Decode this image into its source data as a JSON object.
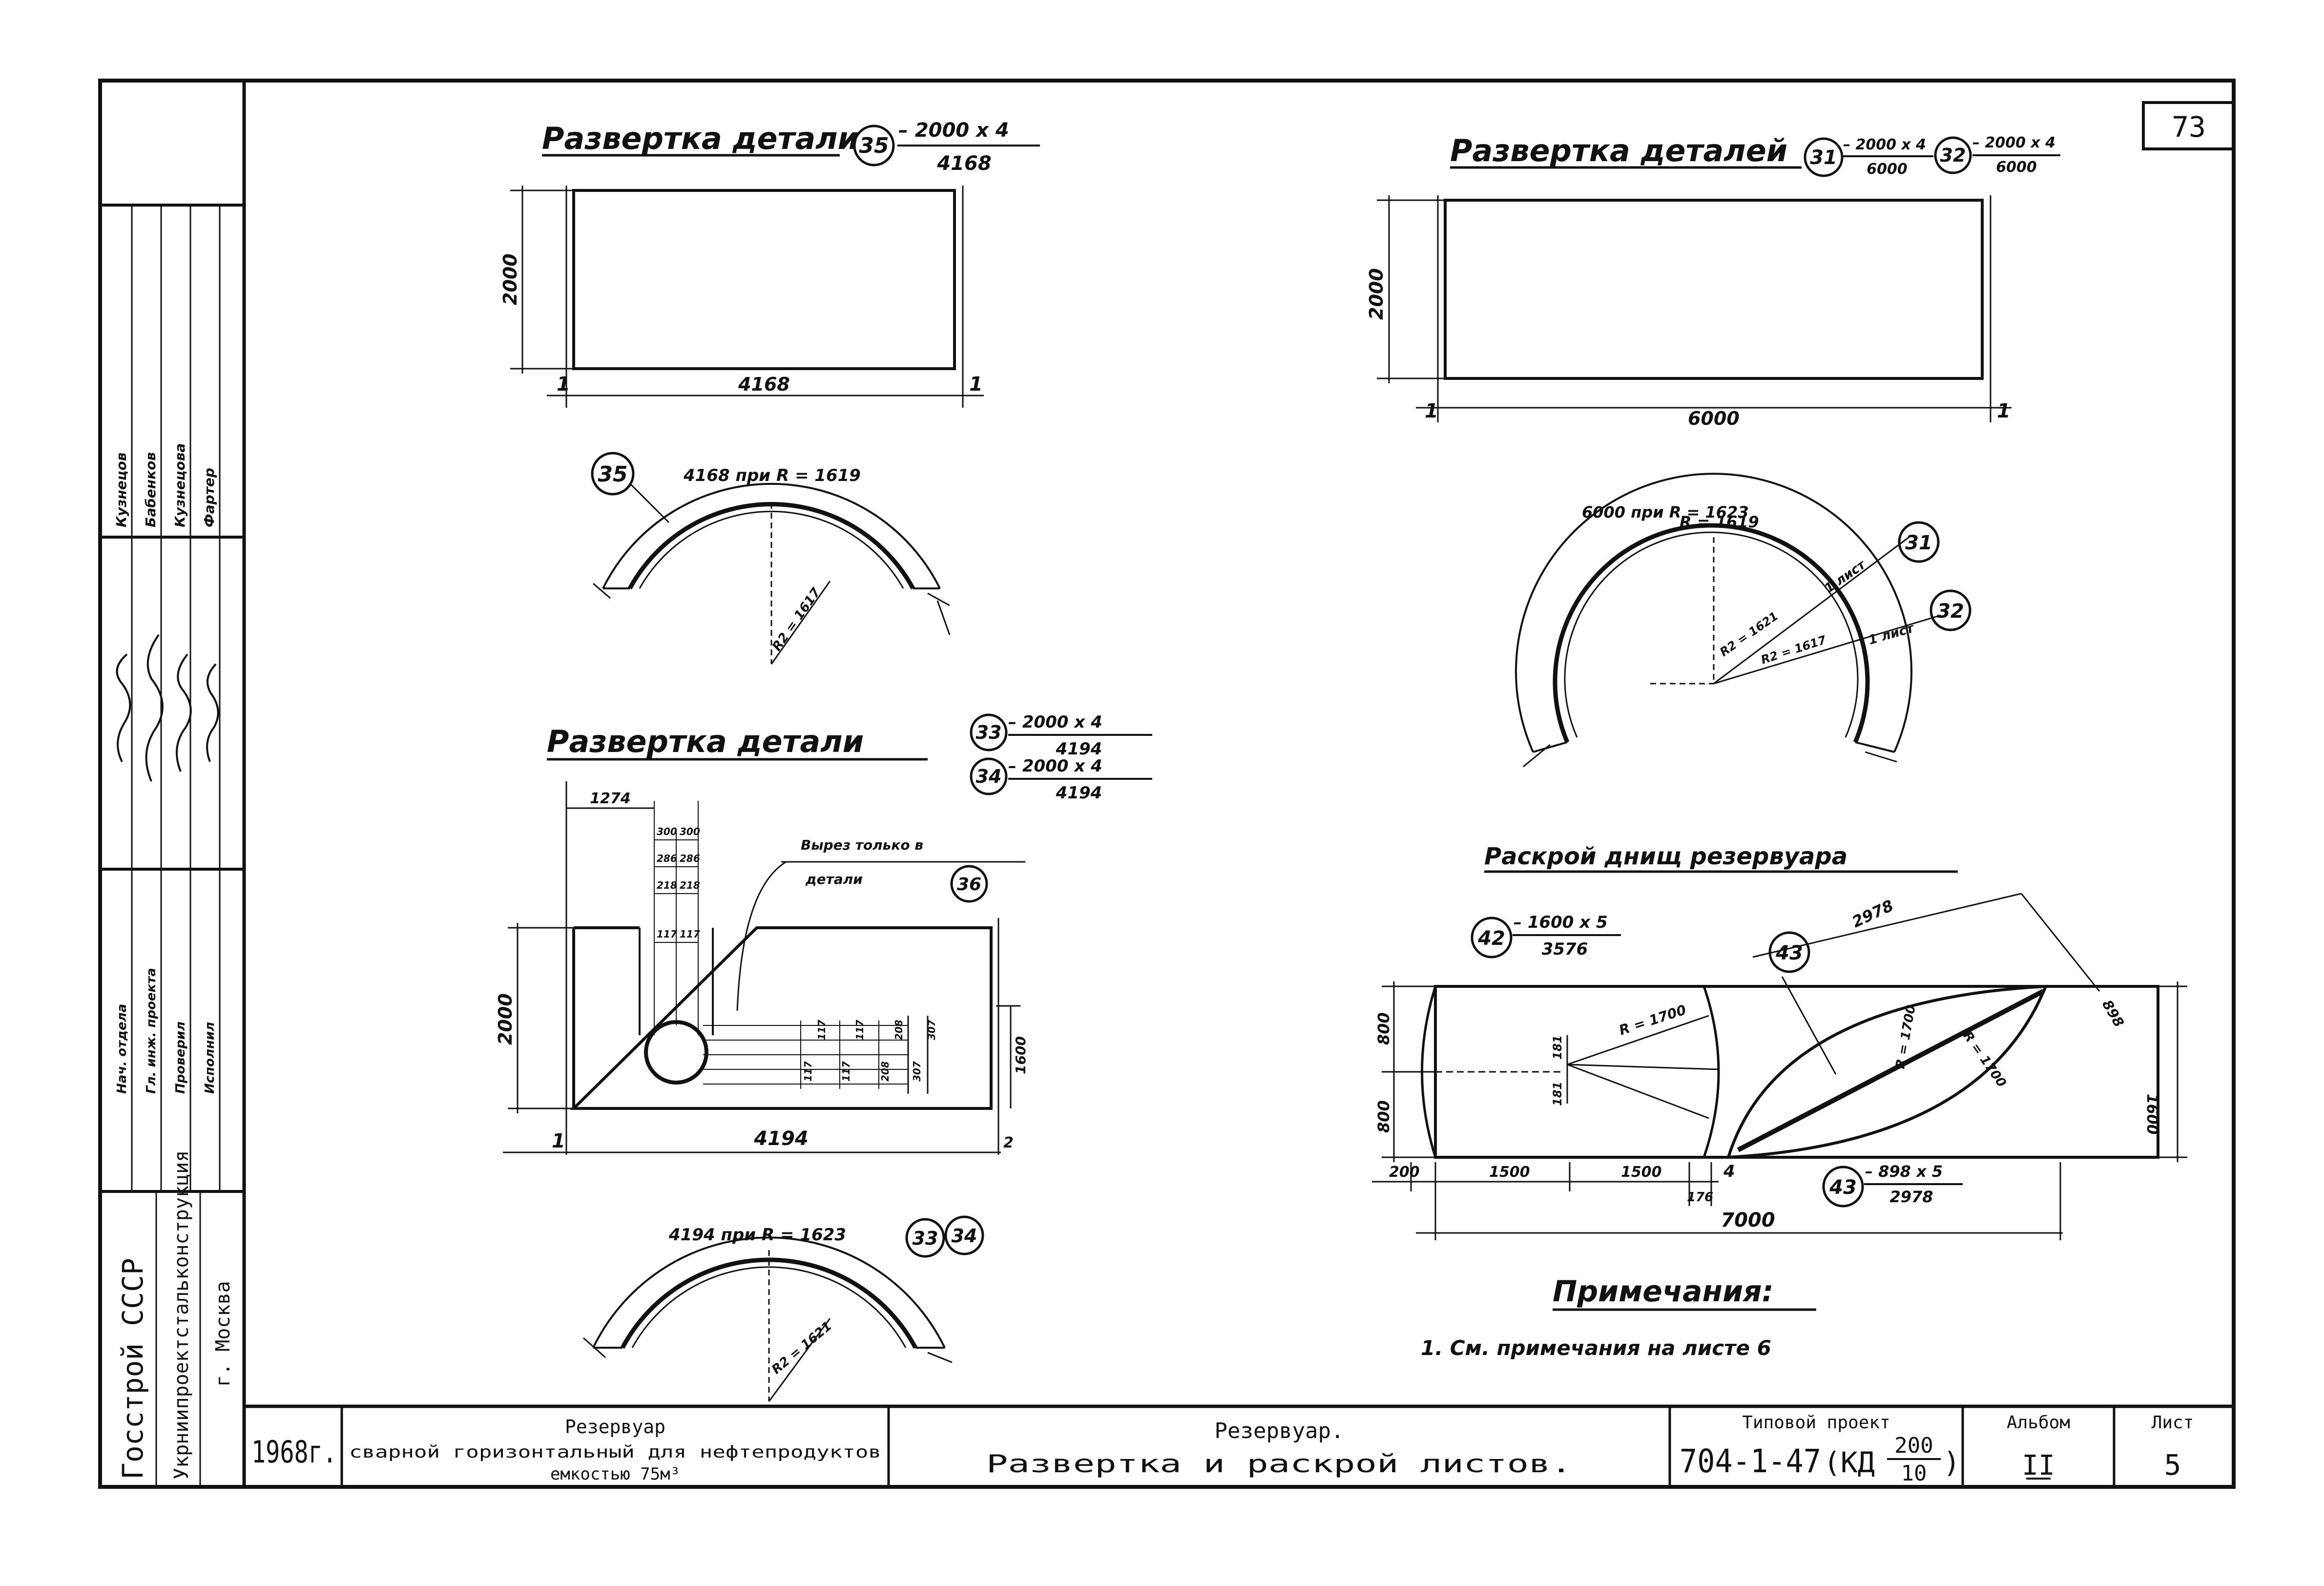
{
  "sheet_number": "73",
  "left_strip": {
    "org1": "Госстрой СССР",
    "org2": "Укрниипроектстальконструкция",
    "city": "г. Москва",
    "roles": [
      "Нач. отдела",
      "Гл. инж. проекта",
      "Проверил",
      "Исполнил"
    ],
    "names": [
      "Кузнецов",
      "Бабенков",
      "Кузнецова",
      "Фартер"
    ]
  },
  "part35": {
    "title": "Развертка детали",
    "callout": "35",
    "spec_top": "– 2000 x 4",
    "spec_bottom": "4168",
    "height_dim": "2000",
    "width_dim": "4168",
    "edge_mark": "1",
    "arc_label": "4168  при R = 1619",
    "radius_label": "R2 = 1617"
  },
  "part31_32": {
    "title": "Развертка деталей",
    "callout_a": "31",
    "callout_b": "32",
    "spec_a_top": "– 2000 x 4",
    "spec_a_bottom": "6000",
    "spec_b_top": "– 2000 x 4",
    "spec_b_bottom": "6000",
    "height_dim": "2000",
    "width_dim": "6000",
    "edge_mark": "1",
    "arc_label": "6000  при R = 1623",
    "inner_radius": "R = 1619",
    "radius1": "R2 = 1621",
    "radius2": "R2 = 1617",
    "sheet1": "1 лист",
    "sheet2": "1 лист"
  },
  "part33_34": {
    "title": "Развертка детали",
    "callout_a": "33",
    "callout_b": "34",
    "spec_a_top": "– 2000 x 4",
    "spec_a_bottom": "4194",
    "spec_b_top": "– 2000 x 4",
    "spec_b_bottom": "4194",
    "cutout_note_1": "Вырез только в",
    "cutout_note_2": "детали",
    "cutout_callout": "36",
    "dim_1274": "1274",
    "dims_top": [
      "300",
      "300"
    ],
    "dims_2": [
      "286",
      "286"
    ],
    "dims_3": [
      "218",
      "218"
    ],
    "dims_4": [
      "117",
      "117"
    ],
    "dims_vertical": [
      "117",
      "117",
      "117",
      "117",
      "208",
      "208",
      "307",
      "307"
    ],
    "height_dim": "2000",
    "side_dim": "1600",
    "width_dim": "4194",
    "edge_mark": "1",
    "arc_label": "4194  при R = 1623",
    "radius_label": "R2 = 1621"
  },
  "bottoms": {
    "title": "Раскрой днищ резервуара",
    "callout_42": "42",
    "spec_42_top": "– 1600 x 5",
    "spec_42_bottom": "3576",
    "callout_43": "43",
    "callout_43b": "43",
    "spec_43_top": "– 898 x 5",
    "spec_43_bottom": "2978",
    "diag_dim": "2978",
    "corner_dim": "898",
    "radius_a": "R = 1700",
    "radius_b": "R = 1700",
    "radius_c": "R = 1700",
    "dim_181a": "181",
    "dim_181b": "181",
    "left_800a": "800",
    "left_800b": "800",
    "right_1600": "1600",
    "bottom_dims": [
      "200",
      "1500",
      "1500",
      "176",
      "4"
    ],
    "total_dim": "7000"
  },
  "notes": {
    "heading": "Примечания:",
    "item1": "1. См. примечания  на листе 6"
  },
  "title_block": {
    "year": "1968г.",
    "object_line1": "Резервуар",
    "object_line2": "сварной горизонтальный для нефтепродуктов",
    "object_line3": "емкостью 75м³",
    "drawing_line1": "Резервуар.",
    "drawing_line2": "Развертка и раскрой листов.",
    "project_label": "Типовой проект",
    "project_number": "704-1-47",
    "kd_label": "(КД",
    "kd_num": "200",
    "kd_den": "10",
    "album_label": "Альбом",
    "album_value": "II",
    "sheet_label": "Лист",
    "sheet_value": "5"
  }
}
